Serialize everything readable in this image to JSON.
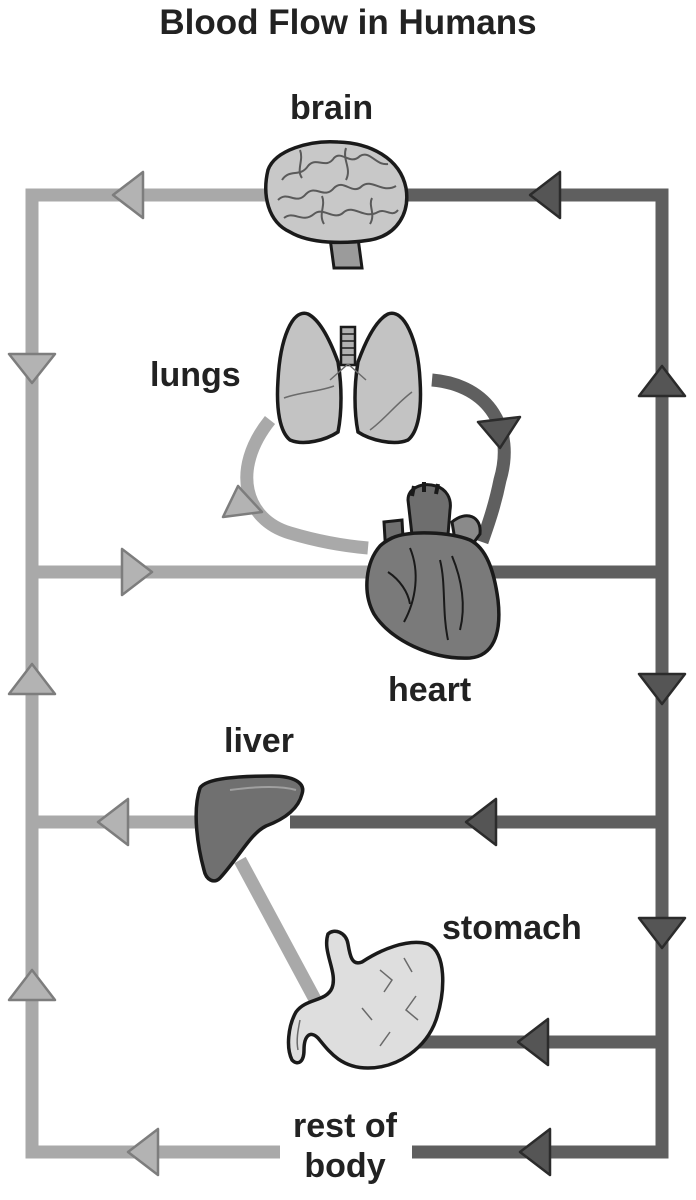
{
  "title": "Blood Flow in Humans",
  "labels": {
    "brain": "brain",
    "lungs": "lungs",
    "heart": "heart",
    "liver": "liver",
    "stomach": "stomach",
    "rest_of_body": "rest of body"
  },
  "colors": {
    "light_vessel": "#a9a9a9",
    "dark_vessel": "#5f5f5f",
    "light_arrow": "#b3b3b3",
    "dark_arrow": "#555555",
    "outline": "#1a1a1a"
  },
  "icons": [
    "brain-icon",
    "lungs-icon",
    "heart-icon",
    "liver-icon",
    "stomach-icon"
  ]
}
